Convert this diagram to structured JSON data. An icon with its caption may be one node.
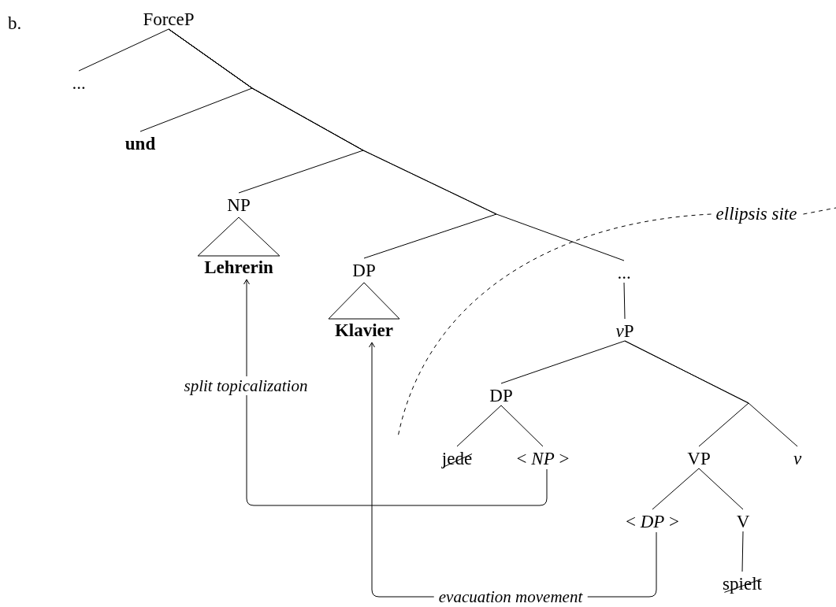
{
  "diagram": {
    "nodes": [
      {
        "text": [
          "ForceP"
        ]
      },
      {
        "text": [
          "..."
        ]
      },
      {
        "text": [
          "und"
        ]
      },
      {
        "text": [
          "NP"
        ]
      },
      {
        "text": [
          "Lehrerin"
        ]
      },
      {
        "text": [
          "DP"
        ]
      },
      {
        "text": [
          "Klavier"
        ]
      },
      {
        "text": [
          "..."
        ]
      },
      {
        "text": [
          "vP"
        ]
      },
      {
        "text": [
          "DP"
        ]
      },
      {
        "text": [
          "jede"
        ]
      },
      {
        "text": [
          "< *NP* >"
        ]
      },
      {
        "text": [
          "VP"
        ]
      },
      {
        "text": [
          "v"
        ]
      },
      {
        "text": [
          "< *DP* >"
        ]
      },
      {
        "text": [
          "V"
        ]
      },
      {
        "text": [
          "spielt"
        ]
      },
      {
        "text": [
          "ellipsis site"
        ]
      }
    ],
    "edges": [
      {
        "from": 0,
        "to": 1,
        "arrow": "none"
      },
      {
        "from": 0,
        "to": 2,
        "arrow": "none"
      },
      {
        "from": 0,
        "to": 3,
        "arrow": "none"
      },
      {
        "from": 0,
        "to": 5,
        "arrow": "none"
      },
      {
        "from": 0,
        "to": 7,
        "arrow": "none"
      },
      {
        "from": 3,
        "to": 4,
        "arrow": "none"
      },
      {
        "from": 5,
        "to": 6,
        "arrow": "none"
      },
      {
        "from": 7,
        "to": 8,
        "arrow": "none"
      },
      {
        "from": 8,
        "to": 9,
        "arrow": "none"
      },
      {
        "from": 8,
        "to": 12,
        "arrow": "none"
      },
      {
        "from": 8,
        "to": 13,
        "arrow": "none"
      },
      {
        "from": 9,
        "to": 10,
        "arrow": "none"
      },
      {
        "from": 9,
        "to": 11,
        "arrow": "none"
      },
      {
        "from": 12,
        "to": 14,
        "arrow": "none"
      },
      {
        "from": 12,
        "to": 15,
        "arrow": "none"
      },
      {
        "from": 15,
        "to": 16,
        "arrow": "none"
      },
      {
        "from": 11,
        "to": 4,
        "arrow": "to",
        "label": "split topicalization"
      },
      {
        "from": 14,
        "to": 6,
        "arrow": "to",
        "label": "evacuation movement"
      },
      {
        "from": 17,
        "to": null,
        "arrow": "none",
        "style": "dashed"
      },
      {
        "from": 17,
        "to": null,
        "arrow": "none",
        "style": "dashed"
      }
    ],
    "labels": [
      "b."
    ]
  }
}
